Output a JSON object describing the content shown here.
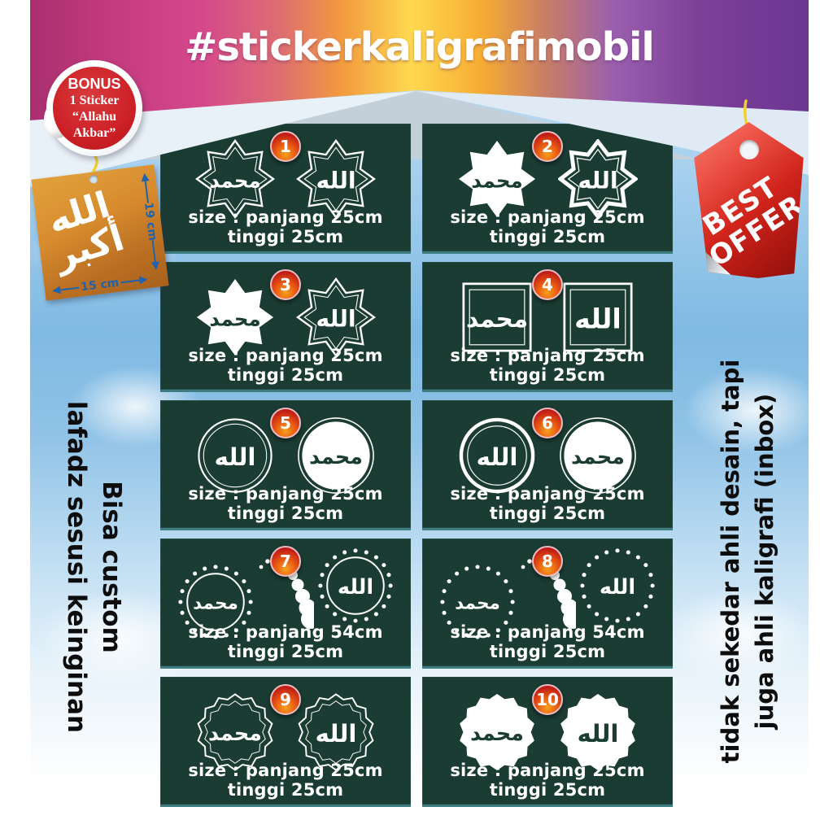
{
  "header": {
    "hashtag": "#stickerkaligrafimobil"
  },
  "bonus_badge": {
    "line1": "BONUS",
    "line2": "1 Sticker",
    "line3": "“Allahu",
    "line4": "Akbar”"
  },
  "sample_tag": {
    "calligraphy": "الله أكبر",
    "height_label": "19 cm",
    "width_label": "15 cm"
  },
  "best_offer_tag": {
    "line1": "BEST",
    "line2": "OFFER"
  },
  "left_note": {
    "line1": "Bisa custom",
    "line2": "lafadz sesusi keinginan"
  },
  "right_note": {
    "line1": "tidak sekedar ahli desain, tapi",
    "line2": "juga ahli kaligrafi (inbox)"
  },
  "words": {
    "allah": "الله",
    "muhammad": "محمد"
  },
  "cards": [
    {
      "number": "1",
      "left": {
        "shape": "star8",
        "variant": "outline",
        "word": "muhammad"
      },
      "right": {
        "shape": "star8",
        "variant": "outline",
        "word": "allah"
      },
      "connector": "none",
      "size": "size : panjang 25cm tinggi 25cm"
    },
    {
      "number": "2",
      "left": {
        "shape": "star8",
        "variant": "filled",
        "word": "muhammad"
      },
      "right": {
        "shape": "star8",
        "variant": "thick",
        "word": "allah"
      },
      "connector": "none",
      "size": "size : panjang 25cm tinggi 25cm"
    },
    {
      "number": "3",
      "left": {
        "shape": "star8",
        "variant": "filled",
        "word": "muhammad"
      },
      "right": {
        "shape": "star8",
        "variant": "outline",
        "word": "allah"
      },
      "connector": "none",
      "size": "size : panjang 25cm tinggi 25cm"
    },
    {
      "number": "4",
      "left": {
        "shape": "square",
        "variant": "outline",
        "word": "muhammad"
      },
      "right": {
        "shape": "square",
        "variant": "outline",
        "word": "allah"
      },
      "connector": "none",
      "size": "size : panjang 25cm tinggi 25cm"
    },
    {
      "number": "5",
      "left": {
        "shape": "circle",
        "variant": "outline",
        "word": "allah"
      },
      "right": {
        "shape": "circle",
        "variant": "filled",
        "word": "muhammad"
      },
      "connector": "none",
      "size": "size : panjang 25cm tinggi 25cm"
    },
    {
      "number": "6",
      "left": {
        "shape": "circle",
        "variant": "thick",
        "word": "allah"
      },
      "right": {
        "shape": "circle",
        "variant": "filled",
        "word": "muhammad"
      },
      "connector": "none",
      "size": "size : panjang 25cm tinggi 25cm"
    },
    {
      "number": "7",
      "left": {
        "shape": "dotring",
        "variant": "circled",
        "word": "muhammad"
      },
      "right": {
        "shape": "dotring",
        "variant": "circled",
        "word": "allah"
      },
      "connector": "dots",
      "size": "size : panjang 54cm tinggi 25cm"
    },
    {
      "number": "8",
      "left": {
        "shape": "dotring",
        "variant": "open",
        "word": "muhammad"
      },
      "right": {
        "shape": "dotring",
        "variant": "open",
        "word": "allah"
      },
      "connector": "dots",
      "size": "size : panjang 54cm tinggi 25cm"
    },
    {
      "number": "9",
      "left": {
        "shape": "seal",
        "variant": "outline",
        "word": "muhammad"
      },
      "right": {
        "shape": "seal",
        "variant": "outline",
        "word": "allah"
      },
      "connector": "none",
      "size": "size : panjang 25cm tinggi 25cm"
    },
    {
      "number": "10",
      "left": {
        "shape": "seal",
        "variant": "filled",
        "word": "muhammad"
      },
      "right": {
        "shape": "seal",
        "variant": "filled",
        "word": "allah"
      },
      "connector": "none",
      "size": "size : panjang 25cm tinggi 25cm"
    }
  ],
  "colors": {
    "card_bg": "#1a3c33",
    "banner_pink": "#c43a7e",
    "banner_yellow": "#ffd94f",
    "banner_purple": "#7c4099",
    "badge_red": "#c01d17",
    "string_yellow": "#f3d02a",
    "dimension_blue": "#1e63ad",
    "best_offer_red": "#d0241b",
    "tag_orange": "#d78c2e"
  }
}
